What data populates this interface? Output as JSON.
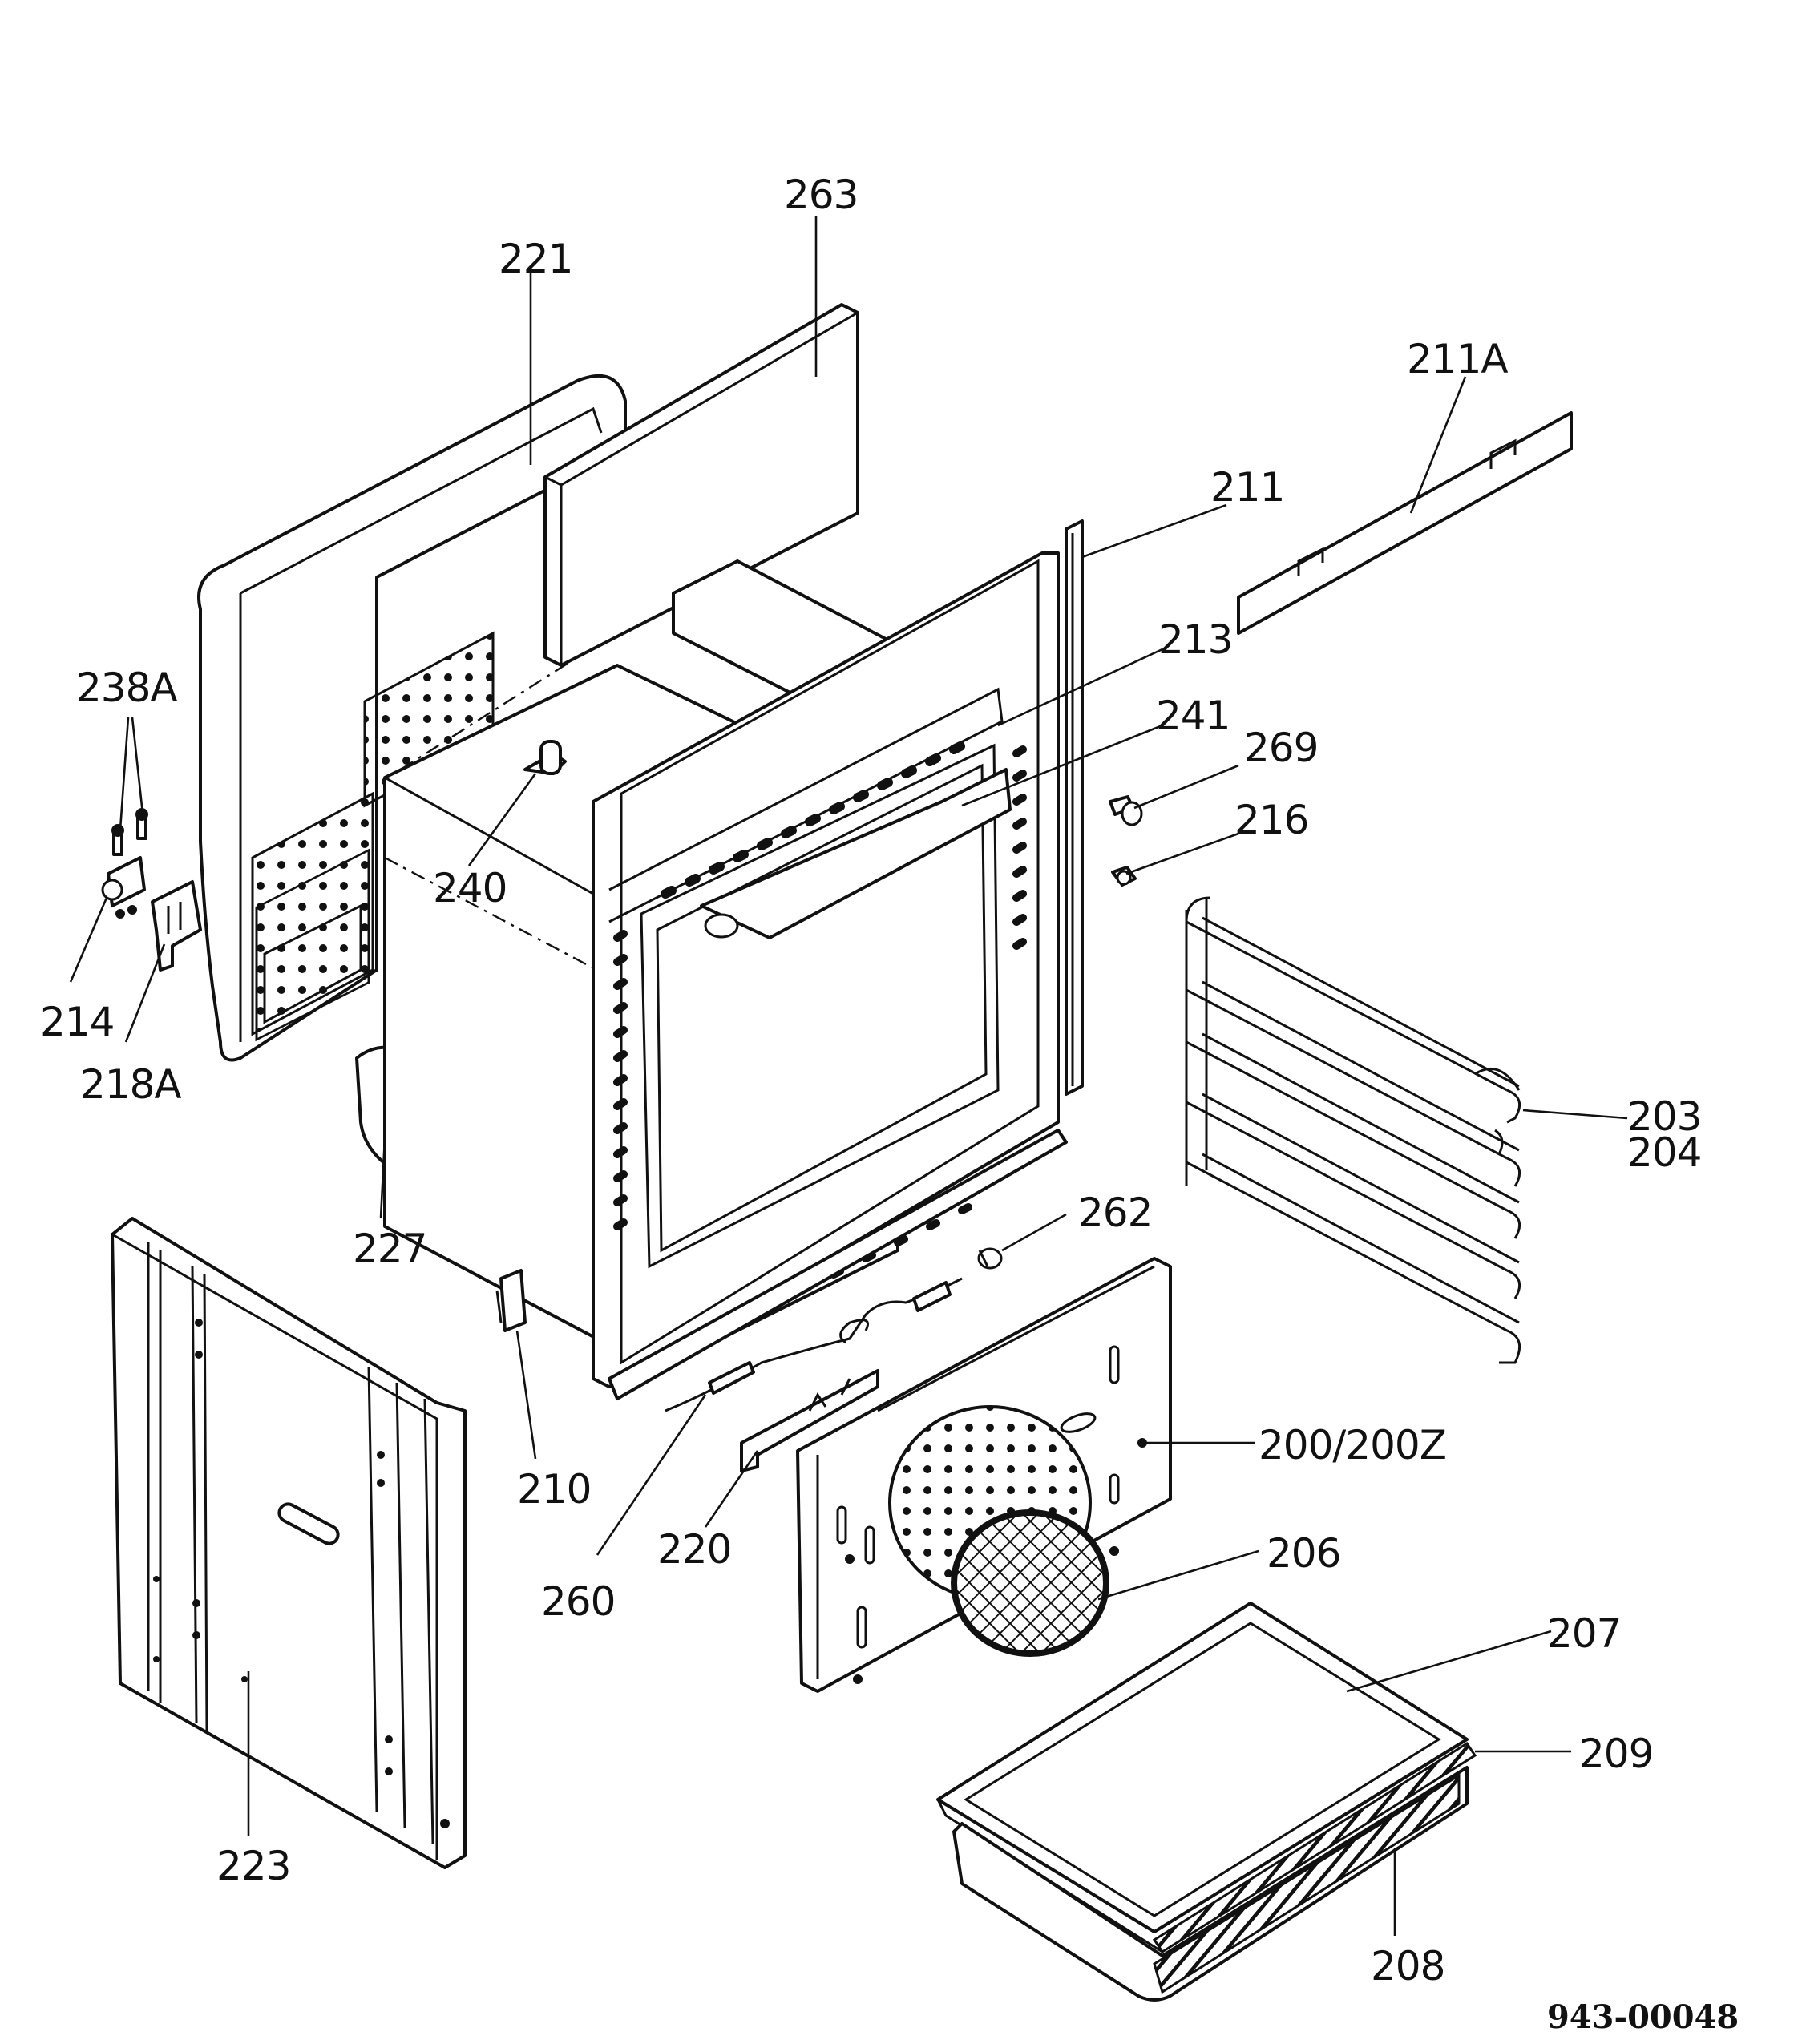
{
  "labels": {
    "l263": "263",
    "l221": "221",
    "l211a": "211A",
    "l211": "211",
    "l213": "213",
    "l241": "241",
    "l269": "269",
    "l216": "216",
    "l238a": "238A",
    "l240": "240",
    "l214": "214",
    "l218a": "218A",
    "l227": "227",
    "l203": "203",
    "l204": "204",
    "l262": "262",
    "l210": "210",
    "l200": "200/200Z",
    "l220": "220",
    "l260": "260",
    "l206": "206",
    "l207": "207",
    "l209": "209",
    "l208": "208",
    "l223": "223"
  },
  "reference_number": "943-00048"
}
